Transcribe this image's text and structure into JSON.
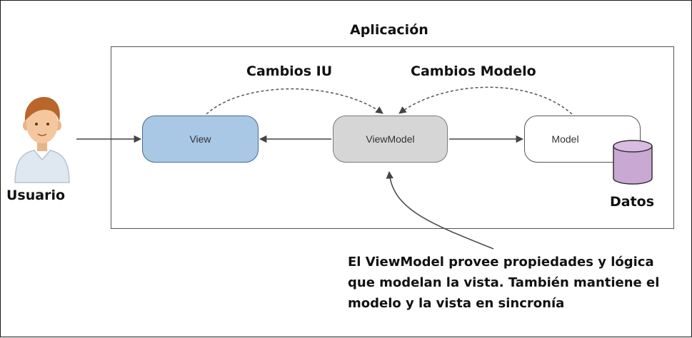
{
  "application": {
    "title": "Aplicación"
  },
  "actor": {
    "label": "Usuario"
  },
  "nodes": {
    "view": "View",
    "viewmodel": "ViewModel",
    "model": "Model"
  },
  "datastore": {
    "label": "Datos"
  },
  "flows": {
    "ui_changes": "Cambios IU",
    "model_changes": "Cambios Modelo"
  },
  "note": {
    "text": "El ViewModel provee propiedades y lógica que modelan la vista. También mantiene el modelo y la vista en sincronía"
  },
  "colors": {
    "view_fill": "#a9c8e6",
    "viewmodel_fill": "#d6d6d6",
    "model_fill": "#ffffff",
    "datastore_fill": "#c9a8d4"
  },
  "icons": {
    "actor": "user-avatar-icon",
    "datastore": "database-cylinder-icon"
  }
}
